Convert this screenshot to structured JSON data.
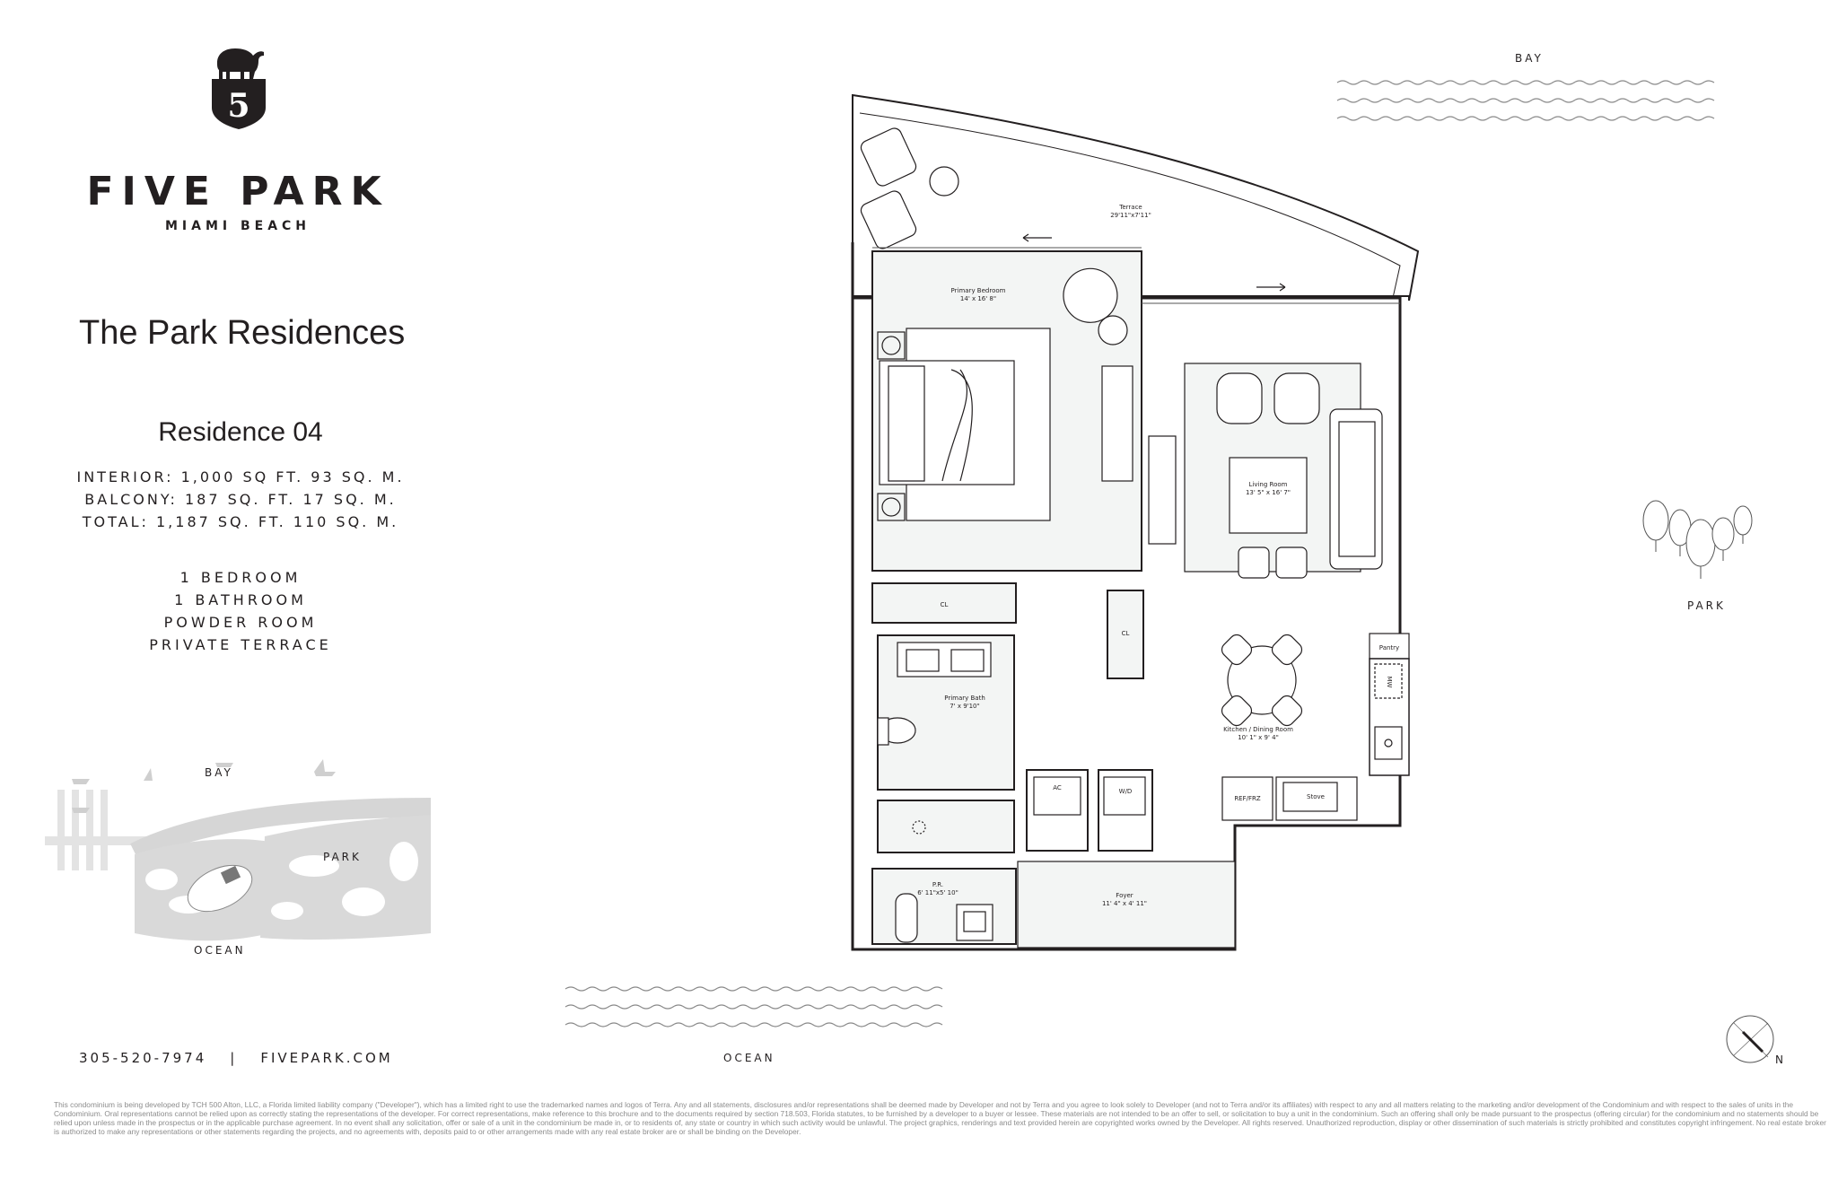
{
  "brand": {
    "name": "FIVE PARK",
    "location": "MIAMI BEACH",
    "logo_mark": "5"
  },
  "collection_title": "The Park Residences",
  "residence": {
    "name": "Residence 04",
    "areas": [
      "INTERIOR: 1,000 SQ FT. 93 SQ. M.",
      "BALCONY: 187 SQ. FT. 17 SQ. M.",
      "TOTAL: 1,187 SQ. FT. 110 SQ. M."
    ],
    "features": [
      "1 BEDROOM",
      "1 BATHROOM",
      "POWDER ROOM",
      "PRIVATE TERRACE"
    ]
  },
  "site_map": {
    "bay": "BAY",
    "park": "PARK",
    "ocean": "OCEAN"
  },
  "orientation": {
    "bay": "BAY",
    "park": "PARK",
    "ocean": "OCEAN",
    "north": "N"
  },
  "rooms": {
    "terrace": {
      "name": "Terrace",
      "dims": "29'11\"x7'11\""
    },
    "primary_bedroom": {
      "name": "Primary Bedroom",
      "dims": "14' x 16' 8\""
    },
    "living_room": {
      "name": "Living Room",
      "dims": "13' 5\" x 16' 7\""
    },
    "closet_1": "CL",
    "closet_2": "CL",
    "primary_bath": {
      "name": "Primary Bath",
      "dims": "7' x 9'10\""
    },
    "pantry": "Pantry",
    "mw": "MW",
    "kitchen": {
      "name": "Kitchen / Dining Room",
      "dims": "10' 1\" x 9' 4\""
    },
    "ac": "AC",
    "wd": "W/D",
    "ref": "REF/FRZ",
    "stove": "Stove",
    "powder_room": {
      "name": "P.R.",
      "dims": "6' 11\"x5' 10\""
    },
    "foyer": {
      "name": "Foyer",
      "dims": "11' 4\" x 4' 11\""
    }
  },
  "contact": {
    "phone": "305-520-7974",
    "separator": "|",
    "website": "FIVEPARK.COM"
  },
  "disclaimer": "This condominium is being developed by TCH 500 Alton, LLC, a Florida limited liability company (\"Developer\"), which has a limited right to use the trademarked names and logos of Terra. Any and all statements, disclosures and/or representations shall be deemed made by Developer and not by Terra and you agree to look solely to Developer (and not to Terra and/or its affiliates) with respect to any and all matters relating to the marketing and/or development of the Condominium and with respect to the sales of units in the Condominium. Oral representations cannot be relied upon as correctly stating the representations of the developer. For correct representations, make reference to this brochure and to the documents required by section 718.503, Florida statutes, to be furnished by a developer to a buyer or lessee. These materials are not intended to be an offer to sell, or solicitation to buy a unit in the condominium. Such an offering shall only be made pursuant to the prospectus (offering circular) for the condominium and no statements should be relied upon unless made in the prospectus or in the applicable purchase agreement. In no event shall any solicitation, offer or sale of a unit in the condominium be made in, or to residents of, any state or country in which such activity would be unlawful. The project graphics, renderings and text provided herein are copyrighted works owned by the Developer. All rights reserved. Unauthorized reproduction, display or other dissemination of such materials is strictly prohibited and constitutes copyright infringement. No real estate broker is authorized to make any representations or other statements regarding the projects, and no agreements with, deposits paid to or other arrangements made with any real estate broker are or shall be binding on the Developer."
}
